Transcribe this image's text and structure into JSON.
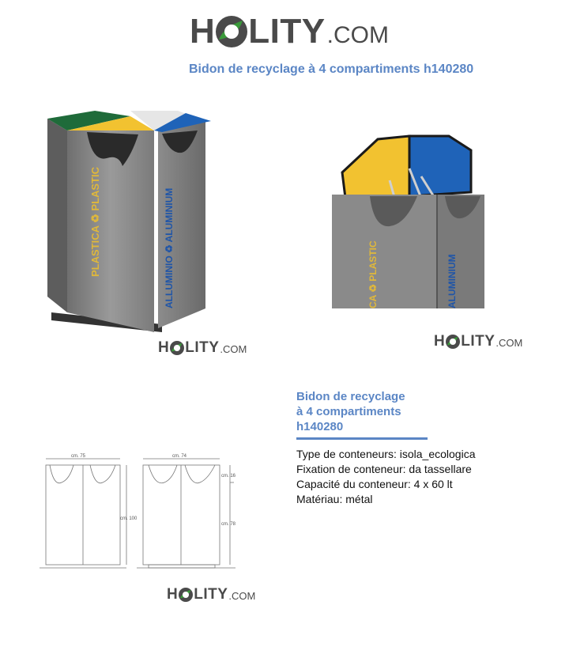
{
  "logo": {
    "left": "H",
    "right": "LITY",
    "suffix": ".COM"
  },
  "title": "Bidon de recyclage à 4 compartiments h140280",
  "product_images": {
    "main": {
      "label_left": "PLASTICA ♻ PLASTIC",
      "label_right": "ALLUMINIO ♻ ALUMINIUM"
    },
    "detail": {
      "label_left": "CA ♻ PLASTIC",
      "label_right": "ALUMINIUM"
    }
  },
  "drawing": {
    "width_front": "cm. 75",
    "width_side": "cm. 74",
    "height_total": "cm. 100",
    "height_top": "cm. 16",
    "height_body": "cm. 78"
  },
  "spec": {
    "title_lines": [
      "Bidon de recyclage",
      "à 4 compartiments",
      "h140280"
    ],
    "rows": [
      "Type de conteneurs: isola_ecologica",
      "Fixation de conteneur: da tassellare",
      "Capacité du conteneur: 4 x 60 lt",
      "Matériau: métal"
    ]
  },
  "colors": {
    "accent": "#5b86c5",
    "logo_gray": "#4a4a4a",
    "logo_green": "#3a9a3a",
    "lid_yellow": "#f2c230",
    "lid_blue": "#1f63b8",
    "lid_green": "#1f6b3a",
    "metal": "#8a8a8a"
  }
}
